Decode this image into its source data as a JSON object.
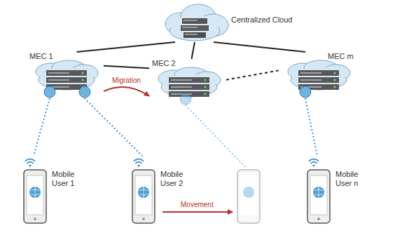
{
  "diagram": {
    "nodes": [
      {
        "text": [
          "Centralized Cloud"
        ]
      },
      {
        "text": [
          "MEC 1"
        ]
      },
      {
        "text": [
          "MEC 2"
        ]
      },
      {
        "text": [
          "MEC m"
        ]
      },
      {
        "text": [
          "Mobile User 1"
        ]
      },
      {
        "text": [
          "Mobile User 2"
        ]
      },
      {
        "text": [
          "Mobile User n"
        ]
      }
    ],
    "edges": [
      {
        "from": 0,
        "to": 1,
        "arrow": "none"
      },
      {
        "from": 0,
        "to": 2,
        "arrow": "none"
      },
      {
        "from": 0,
        "to": 3,
        "arrow": "none"
      },
      {
        "from": 1,
        "to": 2,
        "arrow": "none"
      },
      {
        "from": 2,
        "to": 3,
        "arrow": "none"
      },
      {
        "from": 1,
        "to": 4,
        "arrow": "none"
      },
      {
        "from": 1,
        "to": 5,
        "arrow": "none"
      },
      {
        "from": 3,
        "to": 6,
        "arrow": "none"
      },
      {
        "from": 1,
        "to": 2,
        "label": "Migration",
        "arrow": "to"
      }
    ],
    "labels": [
      "Movement"
    ]
  }
}
